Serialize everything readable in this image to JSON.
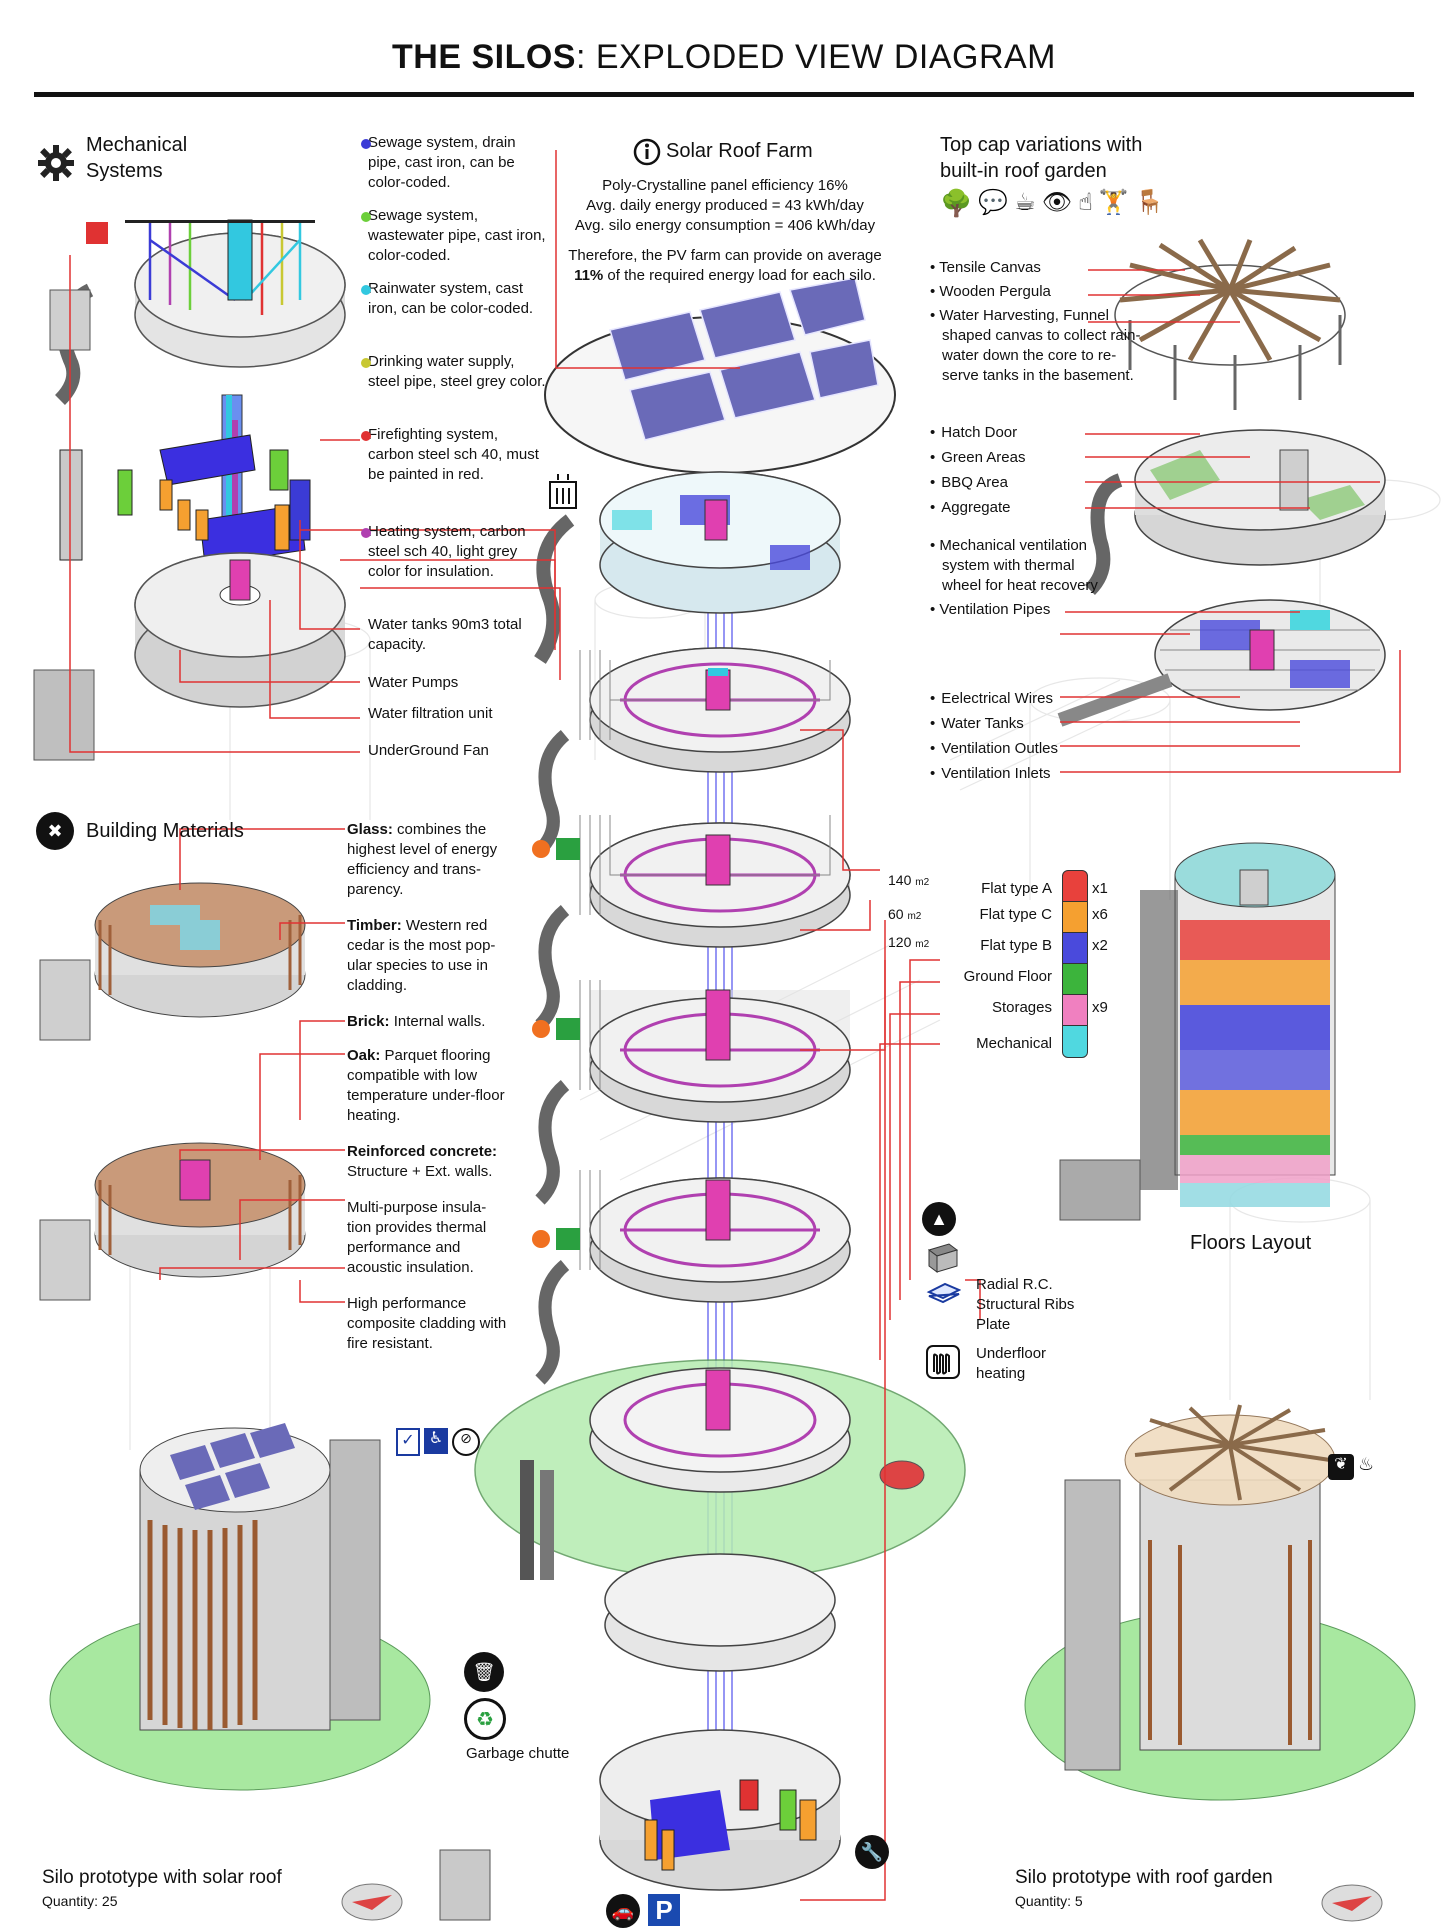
{
  "title": {
    "bold": "THE SILOS",
    "rest": ": EXPLODED VIEW DIAGRAM"
  },
  "mechanical": {
    "heading_line1": "Mechanical",
    "heading_line2": "Systems",
    "systems": [
      {
        "text": "Sewage system, drain pipe, cast iron, can be color-coded.",
        "color": "#3b3bd6"
      },
      {
        "text": "Sewage system, wastewater pipe, cast iron, color-coded.",
        "color": "#6ccf3a"
      },
      {
        "text": "Rainwater system, cast iron, can be color-coded.",
        "color": "#32c8e0"
      },
      {
        "text": "Drinking water supply, steel pipe, steel grey color.",
        "color": "#c8c832"
      },
      {
        "text": "Firefighting system, carbon steel sch 40, must be painted in red.",
        "color": "#e03232"
      },
      {
        "text": "Heating system, carbon steel sch 40, light grey color for insulation.",
        "color": "#b040b0"
      }
    ],
    "items": [
      "Water tanks 90m3 total capacity.",
      "Water Pumps",
      "Water filtration unit",
      "UnderGround Fan"
    ]
  },
  "solar": {
    "heading": "Solar Roof Farm",
    "line1": "Poly-Crystalline panel efficiency 16%",
    "line2": "Avg. daily energy produced = 43 kWh/day",
    "line3": "Avg. silo energy consumption = 406 kWh/day",
    "line4": "Therefore, the PV farm can provide on average",
    "line5_bold": "11%",
    "line5_rest": " of the required energy load for each silo."
  },
  "topcap": {
    "heading_line1": "Top cap variations with",
    "heading_line2": "built-in roof garden",
    "group1": [
      "Tensile Canvas",
      "Wooden Pergula",
      "Water Harvesting, Funnel shaped canvas to collect rain-water down the core to re-serve tanks in the basement."
    ],
    "group2": [
      "Hatch Door",
      "Green Areas",
      "BBQ Area",
      "Aggregate"
    ],
    "group3": [
      "Mechanical ventilation system with thermal wheel for heat recovery",
      "Ventilation Pipes"
    ],
    "group4": [
      "Eelectrical Wires",
      "Water Tanks",
      "Ventilation Outles",
      "Ventilation Inlets"
    ]
  },
  "materials": {
    "heading": "Building Materials",
    "items": [
      {
        "bold": "Glass:",
        "rest": " combines the highest level of energy efficiency and trans-parency."
      },
      {
        "bold": "Timber:",
        "rest": " Western red cedar is the most pop-ular species to use in cladding."
      },
      {
        "bold": "Brick:",
        "rest": " Internal walls."
      },
      {
        "bold": "Oak:",
        "rest": " Parquet flooring compatible with low temperature under-floor heating."
      },
      {
        "bold": "Reinforced concrete:",
        "rest": " Structure + Ext. walls."
      },
      {
        "bold": "",
        "rest": "Multi-purpose insula-tion provides thermal performance and acoustic insulation."
      },
      {
        "bold": "",
        "rest": "High performance composite cladding with fire resistant."
      }
    ]
  },
  "areas": [
    {
      "value": "140",
      "unit": "m2"
    },
    {
      "value": "60",
      "unit": "m2"
    },
    {
      "value": "120",
      "unit": "m2"
    }
  ],
  "floors": {
    "types": [
      {
        "label": "Flat type A",
        "color": "#e8413c",
        "count": "x1"
      },
      {
        "label": "Flat type C",
        "color": "#f5a030",
        "count": "x6"
      },
      {
        "label": "Flat type B",
        "color": "#4a4adc",
        "count": "x2"
      },
      {
        "label": "Ground Floor",
        "color": "#3cb43c",
        "count": ""
      },
      {
        "label": "Storages",
        "color": "#f080c0",
        "count": "x9"
      },
      {
        "label": "Mechanical",
        "color": "#50d8e0",
        "count": ""
      }
    ],
    "caption": "Floors Layout"
  },
  "structure": {
    "ribs": "Radial R.C. Structural Ribs Plate",
    "heating": "Underfloor heating"
  },
  "garbage": "Garbage chutte",
  "prototypes": [
    {
      "caption": "Silo prototype with solar roof",
      "quantity": "Quantity: 25"
    },
    {
      "caption": "Silo prototype with roof garden",
      "quantity": "Quantity: 5"
    }
  ],
  "parking_letter": "P",
  "colors": {
    "accent_red": "#e03232",
    "green_plate": "#a8e8a0",
    "panel": "#6a6ab8"
  }
}
